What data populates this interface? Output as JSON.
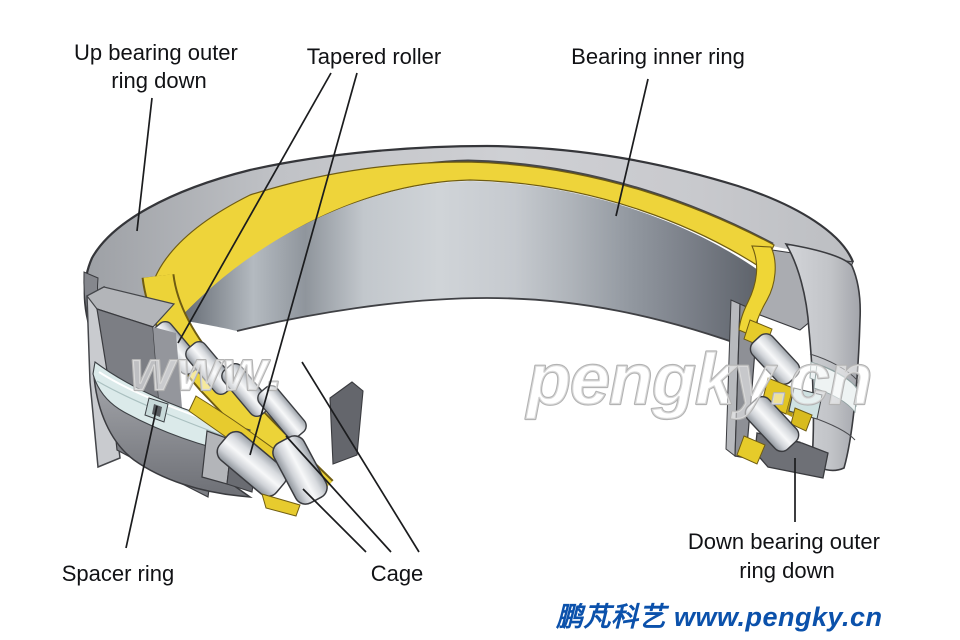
{
  "diagram": {
    "type": "tapered-roller-bearing-cutaway",
    "labels": {
      "up_outer_ring": {
        "line1": "Up bearing outer",
        "line2": "ring down"
      },
      "tapered_roller": "Tapered roller",
      "inner_ring": "Bearing inner ring",
      "spacer_ring": "Spacer ring",
      "cage": "Cage",
      "down_outer_ring": {
        "line1": "Down bearing outer",
        "line2": "ring down"
      }
    },
    "watermark": {
      "left": "www.",
      "right": "pengky.cn"
    },
    "footer": {
      "text": "鹏芃科艺 www.pengky.cn",
      "color": "#0b51ab"
    },
    "colors": {
      "cage_yellow": "#eed43a",
      "spacer_blue": "#dbeaea",
      "metal_light": "#c6c8cc",
      "metal_dark": "#75777d",
      "outline": "#35363a",
      "label_text": "#111215"
    }
  }
}
